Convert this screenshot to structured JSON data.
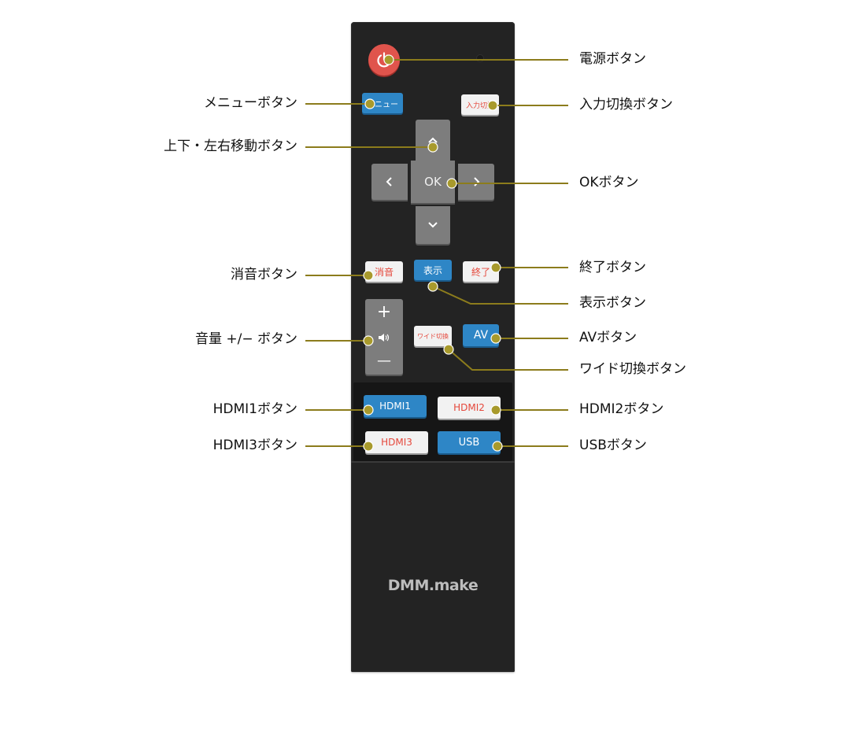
{
  "remote": {
    "logo": "DMM.make",
    "buttons": {
      "menu": "メニュー",
      "input_switch": "入力切換",
      "ok": "OK",
      "mute": "消音",
      "display": "表示",
      "exit": "終了",
      "wide_switch": "ワイド切換",
      "av": "AV",
      "hdmi1": "HDMI1",
      "hdmi2": "HDMI2",
      "hdmi3": "HDMI3",
      "usb": "USB",
      "vol_plus": "+",
      "vol_minus": "—"
    },
    "icons": {
      "power": "power-icon",
      "up": "chevron-up-icon",
      "down": "chevron-down-icon",
      "left": "chevron-left-icon",
      "right": "chevron-right-icon",
      "speaker": "speaker-icon"
    }
  },
  "callouts": {
    "power": "電源ボタン",
    "menu": "メニューボタン",
    "input_switch": "入力切換ボタン",
    "updown_leftright": "上下・左右移動ボタン",
    "ok": "OKボタン",
    "mute": "消音ボタン",
    "exit": "終了ボタン",
    "display": "表示ボタン",
    "volume": "音量 +/− ボタン",
    "av": "AVボタン",
    "wide_switch": "ワイド切換ボタン",
    "hdmi1": "HDMI1ボタン",
    "hdmi2": "HDMI2ボタン",
    "hdmi3": "HDMI3ボタン",
    "usb": "USBボタン"
  },
  "colors": {
    "leader_line": "#8c7c1c",
    "anchor_dot": "#a89a2c",
    "button_blue": "#2e86c6",
    "button_white_text": "#e5483c",
    "power_red": "#e0544c",
    "remote_body": "#232323"
  }
}
